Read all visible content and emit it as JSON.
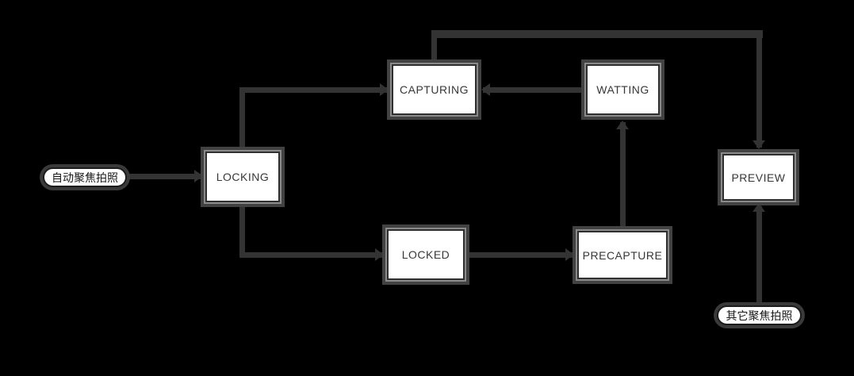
{
  "diagram": {
    "background_color": "#000000",
    "line_color": "#333333",
    "node_fill_color": "#ffffff",
    "node_border_color": "#2f2f2f",
    "node_frame_color": "#424242",
    "nodes": {
      "locking": {
        "label": "LOCKING"
      },
      "capturing": {
        "label": "CAPTURING"
      },
      "watting": {
        "label": "WATTING"
      },
      "locked": {
        "label": "LOCKED"
      },
      "precapture": {
        "label": "PRECAPTURE"
      },
      "preview": {
        "label": "PREVIEW"
      },
      "auto_focus_capture": {
        "label": "自动聚焦拍照"
      },
      "other_focus_capture": {
        "label": "其它聚焦拍照"
      }
    },
    "edges": [
      {
        "from": "auto_focus_capture",
        "to": "locking"
      },
      {
        "from": "locking",
        "to": "capturing"
      },
      {
        "from": "locking",
        "to": "locked"
      },
      {
        "from": "watting",
        "to": "capturing"
      },
      {
        "from": "locked",
        "to": "precapture"
      },
      {
        "from": "precapture",
        "to": "watting"
      },
      {
        "from": "capturing",
        "to": "preview"
      },
      {
        "from": "other_focus_capture",
        "to": "preview"
      }
    ]
  }
}
